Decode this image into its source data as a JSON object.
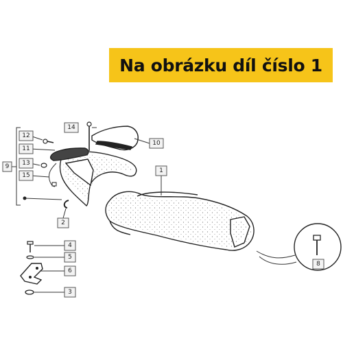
{
  "banner": {
    "text": "Na obrázku díl číslo 1"
  },
  "labels": {
    "l1": "1",
    "l2": "2",
    "l3": "3",
    "l4": "4",
    "l5": "5",
    "l6": "6",
    "l8": "8",
    "l9": "9",
    "l10": "10",
    "l11": "11",
    "l12": "12",
    "l13": "13",
    "l14": "14",
    "l15": "15"
  },
  "colors": {
    "banner_bg": "#f6c419",
    "line": "#333333",
    "label_bg": "#f3f3f3"
  }
}
